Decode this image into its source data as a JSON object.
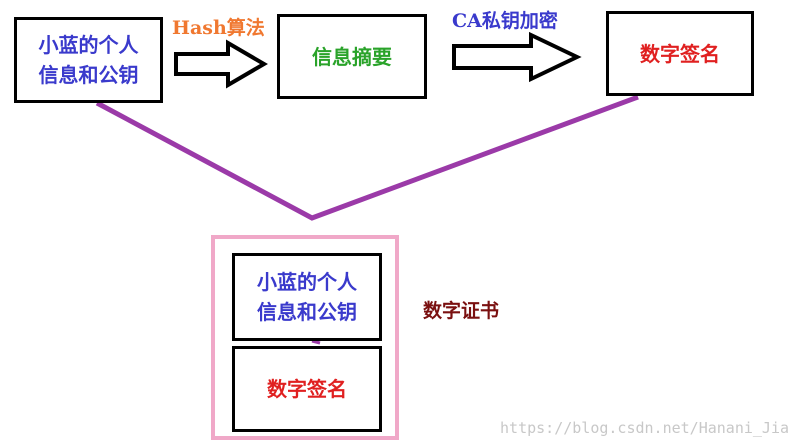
{
  "colors": {
    "blue_text": "#3a3acc",
    "green_text": "#2aa32a",
    "red_text": "#e02020",
    "orange_text": "#f07830",
    "dark_red_text": "#7a1010",
    "purple_line": "#9b3aa8",
    "pink_frame": "#f0a8c8"
  },
  "flow": {
    "source_box": [
      "小蓝的个人",
      "信息和公钥"
    ],
    "hash_label": "Hash算法",
    "digest_box": "信息摘要",
    "encrypt_label": "CA私钥加密",
    "signature_box": "数字签名"
  },
  "certificate": {
    "label": "数字证书",
    "info_box": [
      "小蓝的个人",
      "信息和公钥"
    ],
    "signature_box": "数字签名"
  },
  "watermark": "https://blog.csdn.net/Hanani_Jia"
}
